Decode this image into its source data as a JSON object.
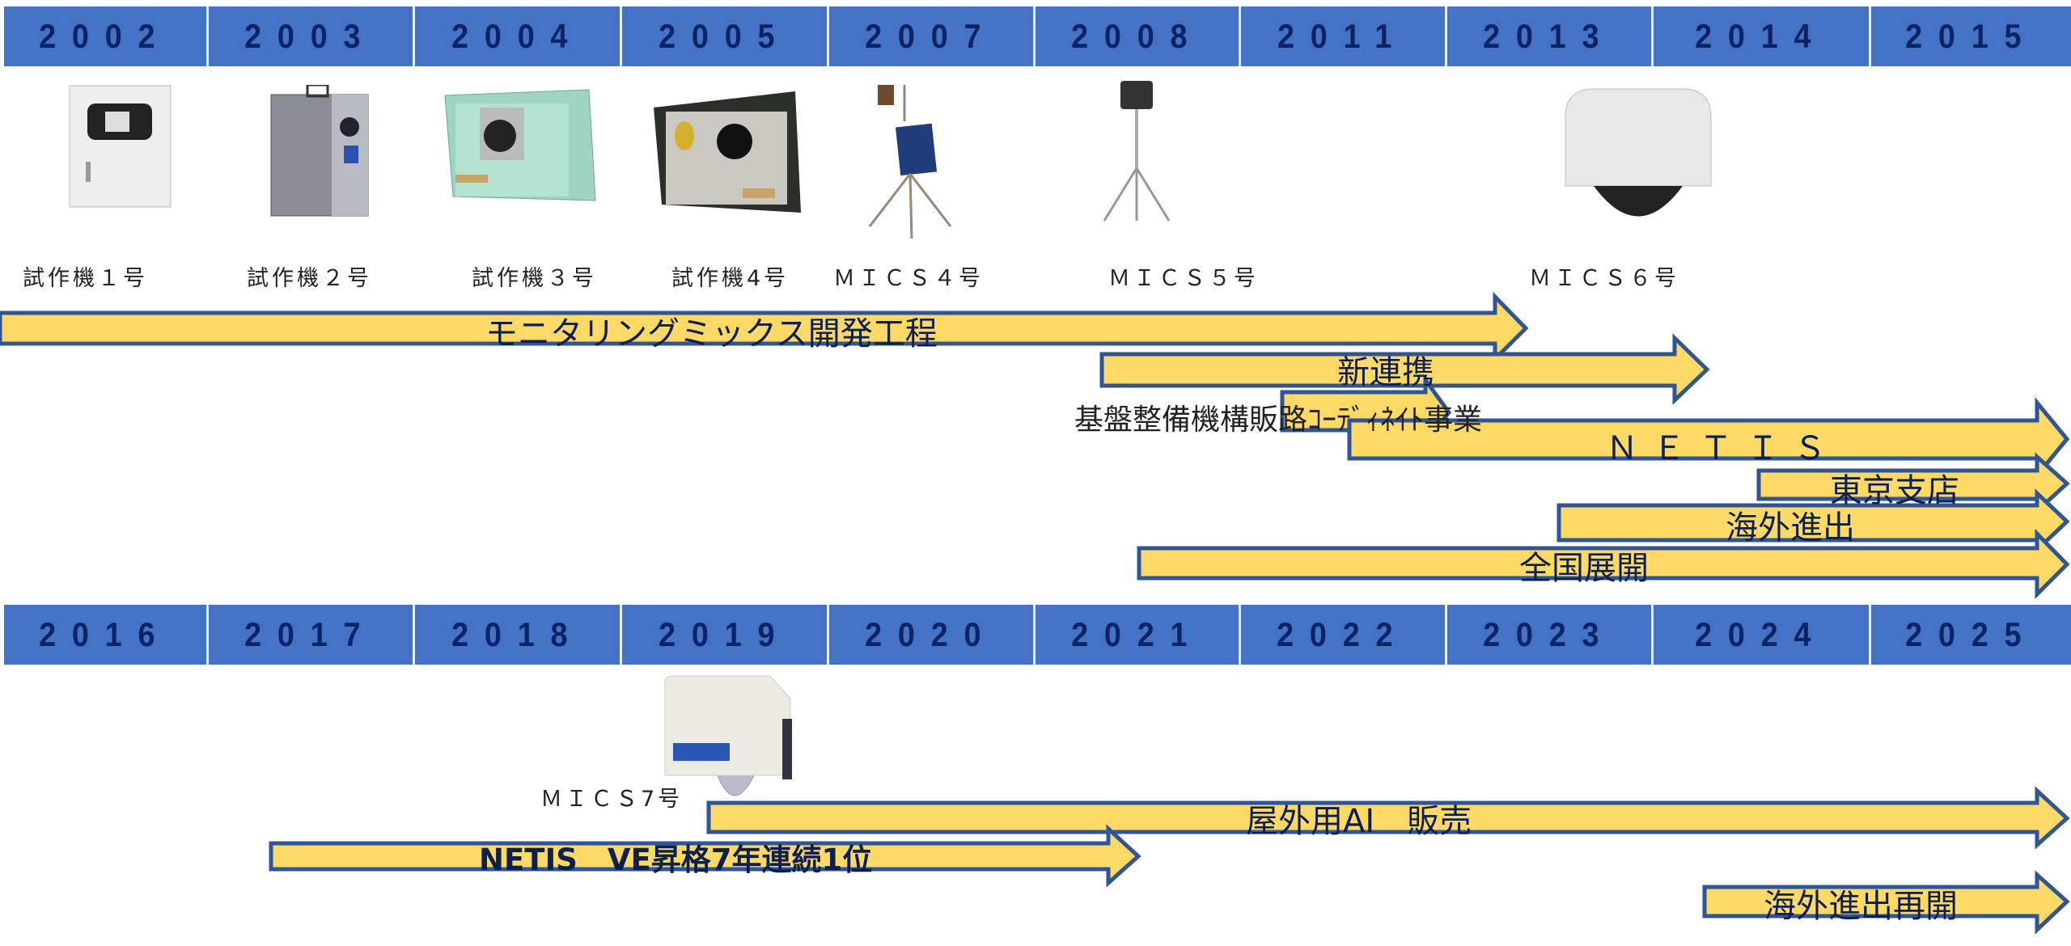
{
  "timeline_top": {
    "years": [
      "2002",
      "2003",
      "2004",
      "2005",
      "2007",
      "2008",
      "2011",
      "2013",
      "2014",
      "2015"
    ]
  },
  "timeline_bottom": {
    "years": [
      "2016",
      "2017",
      "2018",
      "2019",
      "2020",
      "2021",
      "2022",
      "2023",
      "2024",
      "2025"
    ]
  },
  "products": [
    "試作機１号",
    "試作機２号",
    "試作機３号",
    "試作機4号",
    "ＭＩＣＳ４号",
    "ＭＩＣＳ５号",
    "ＭＩＣＳ６号",
    "ＭＩＣＳ7号"
  ],
  "arrows": {
    "development": "モニタリングミックス開発工程",
    "new_partnership": "新連携",
    "infra_org": "基盤整備機構販路ｺｰﾃﾞｨﾈｲﾄ事業",
    "netis": "ＮＥＴＩＳ",
    "tokyo_branch": "東京支店",
    "overseas": "海外進出",
    "nationwide": "全国展開",
    "outdoor_ai": "屋外用AI　販売",
    "netis_ve": "NETIS　VE昇格7年連続1位",
    "overseas_resume": "海外進出再開"
  },
  "colors": {
    "header": "#4472c4",
    "header_text": "#0c2466",
    "arrow_fill": "#ffd966",
    "arrow_stroke": "#2f5597"
  }
}
